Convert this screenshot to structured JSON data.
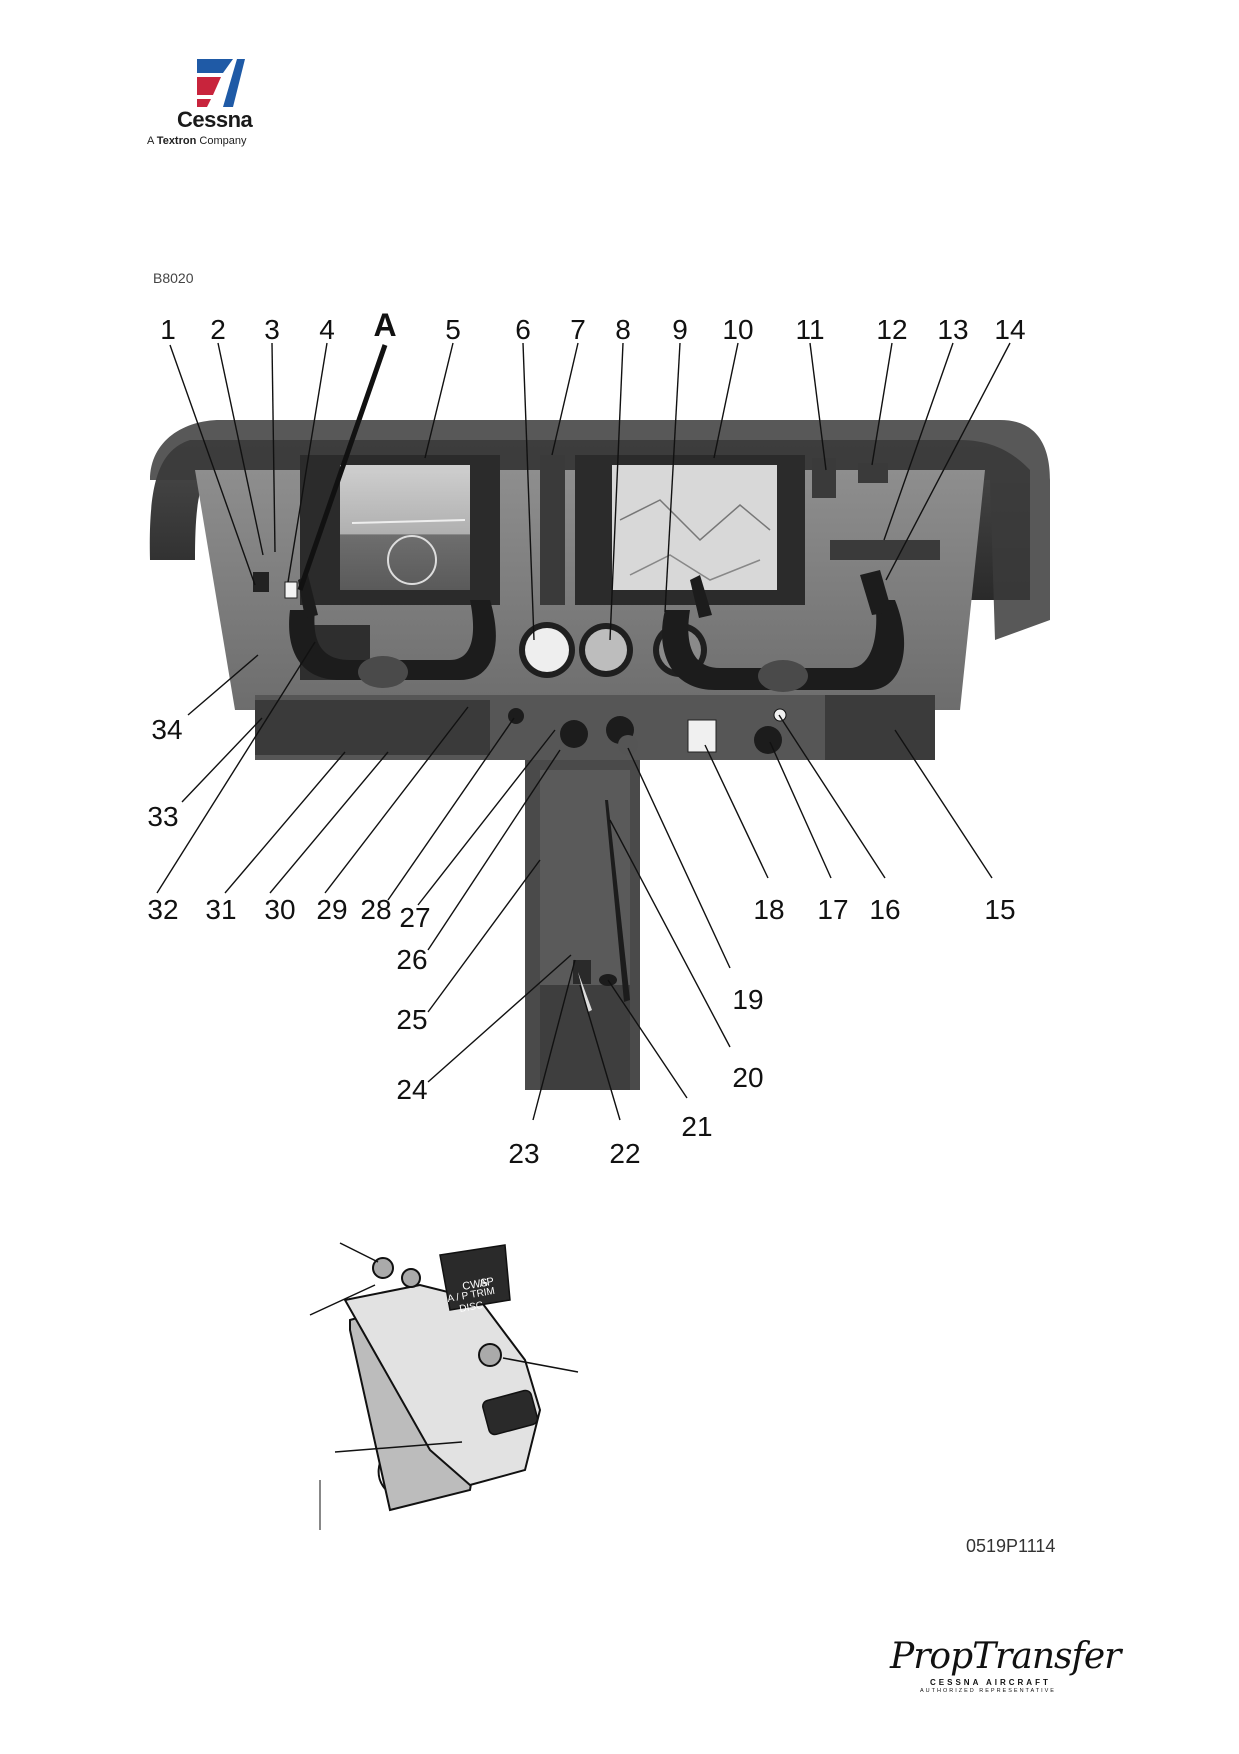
{
  "header": {
    "logo_name": "Cessna",
    "logo_sub_prefix": "A ",
    "logo_sub_bold": "Textron",
    "logo_sub_suffix": " Company",
    "colors": {
      "red": "#c8243c",
      "blue": "#1f5aa6"
    }
  },
  "figure": {
    "code_top": "B8020",
    "code_bottom": "0519P1114",
    "detail_label": "A",
    "callouts": [
      "1",
      "2",
      "3",
      "4",
      "5",
      "6",
      "7",
      "8",
      "9",
      "10",
      "11",
      "12",
      "13",
      "14",
      "15",
      "16",
      "17",
      "18",
      "19",
      "20",
      "21",
      "22",
      "23",
      "24",
      "25",
      "26",
      "27",
      "28",
      "29",
      "30",
      "31",
      "32",
      "33",
      "34"
    ],
    "yoke_labels": {
      "l1": "CWS",
      "l2": "AP",
      "l3": "A / P TRIM",
      "l4": "DISC"
    }
  },
  "footer": {
    "brand": "PropTransfer",
    "brand_sub1": "CESSNA AIRCRAFT",
    "brand_sub2": "AUTHORIZED REPRESENTATIVE"
  }
}
